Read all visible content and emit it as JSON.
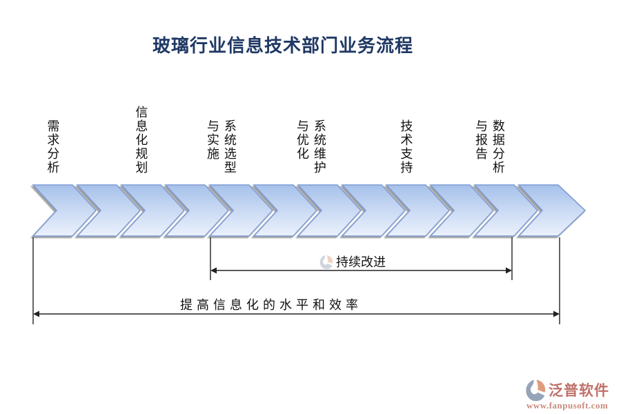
{
  "title": "玻璃行业信息技术部门业务流程",
  "steps": [
    {
      "label": "需求分析"
    },
    {
      "label": "信息化规划"
    },
    {
      "label": "系统选型与实施"
    },
    {
      "label": "系统维护与优化"
    },
    {
      "label": "技术支持"
    },
    {
      "label": "数据分析与报告"
    }
  ],
  "band": {
    "chevron_count": 12,
    "fill_top": "#A6C1EA",
    "fill_mid": "#C7D8F3",
    "fill_bottom": "#EBF1FC",
    "border": "#7E9CD1"
  },
  "annotations": [
    {
      "label": "持续改进"
    },
    {
      "label": "提高信息化的水平和效率"
    }
  ],
  "brand": {
    "name": "泛普软件",
    "url": "www.fanpusoft.com",
    "name_color": "#BE7168",
    "url_color": "#CA8A7B",
    "mark_gray": "#96A4B8",
    "mark_salmon": "#E09A7C"
  },
  "colors": {
    "title": "#1F3864",
    "label_text": "#111111",
    "line": "#222222",
    "background": "#FFFFFF"
  }
}
